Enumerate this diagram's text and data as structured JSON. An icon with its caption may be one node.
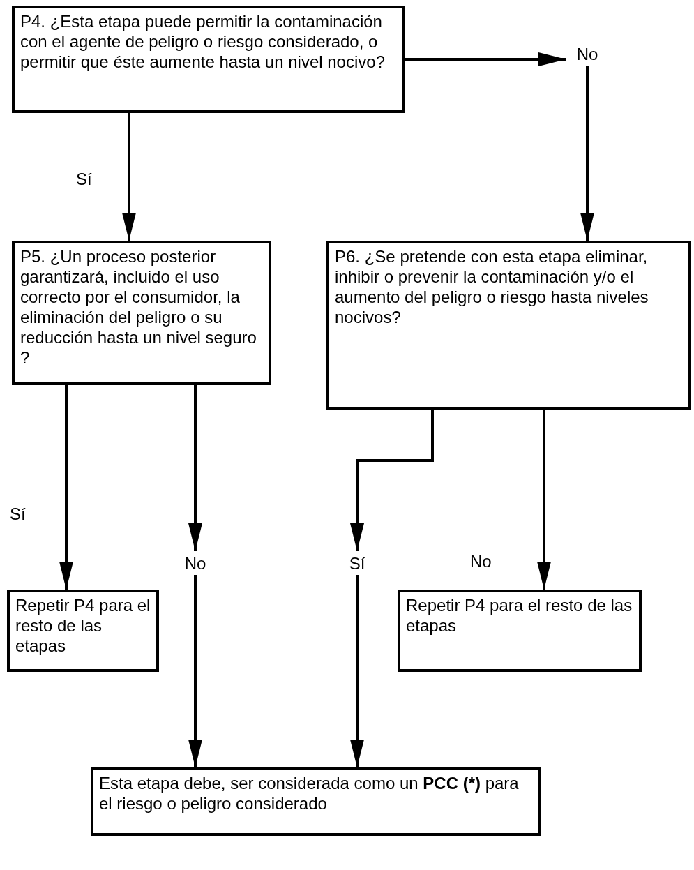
{
  "diagram": {
    "nodes": [
      {
        "text": [
          "P4. ¿Esta etapa puede permitir la contaminación con el agente de peligro o riesgo considerado, o permitir que éste aumente hasta un nivel nocivo?"
        ]
      },
      {
        "text": [
          "No"
        ]
      },
      {
        "text": [
          "P5. ¿Un proceso posterior garantizará, incluido el uso correcto por el consumidor, la eliminación del peligro o su reducción hasta un nivel seguro ?"
        ]
      },
      {
        "text": [
          "P6. ¿Se pretende con esta etapa eliminar, inhibir o prevenir la contaminación y/o el aumento del peligro o riesgo hasta niveles nocivos?"
        ]
      },
      {
        "text": [
          "No"
        ]
      },
      {
        "text": [
          "Sí"
        ]
      },
      {
        "text": [
          "Repetir P4 para el resto de las etapas"
        ]
      },
      {
        "text": [
          "Repetir P4 para el resto de las etapas"
        ]
      },
      {
        "text": [
          "Esta etapa debe, ser considerada como un **PCC (*)** para el riesgo o peligro considerado"
        ]
      }
    ],
    "edges": [
      {
        "from": 0,
        "to": 1,
        "arrow": "to"
      },
      {
        "from": 1,
        "to": 3,
        "arrow": "to"
      },
      {
        "from": 0,
        "to": 2,
        "arrow": "to",
        "label": "Sí"
      },
      {
        "from": 2,
        "to": 6,
        "arrow": "to",
        "label": "Sí"
      },
      {
        "from": 2,
        "to": 4,
        "arrow": "to"
      },
      {
        "from": 3,
        "to": 5,
        "arrow": "to"
      },
      {
        "from": 3,
        "to": 7,
        "arrow": "to",
        "label": "No"
      },
      {
        "from": 4,
        "to": 8,
        "arrow": "to"
      },
      {
        "from": 5,
        "to": 8,
        "arrow": "to"
      }
    ]
  }
}
